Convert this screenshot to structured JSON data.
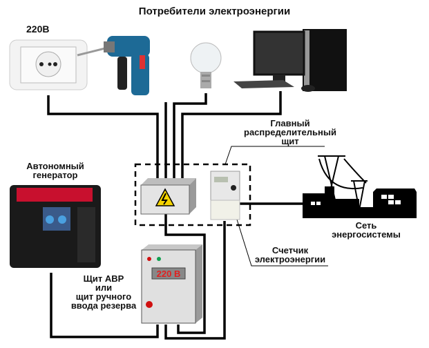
{
  "title": "Потребители электроэнергии",
  "labels": {
    "socket_voltage": "220В",
    "main_panel": [
      "Главный",
      "распределительный",
      "щит"
    ],
    "generator": [
      "Автономный",
      "генератор"
    ],
    "grid": [
      "Сеть",
      "энергосистемы"
    ],
    "meter": [
      "Счетчик",
      "электроэнергии"
    ],
    "ats_panel": [
      "Щит АВР",
      "или",
      "щит ручного",
      "ввода резерва"
    ],
    "ats_display": "220 В"
  },
  "consumers": [
    "socket",
    "drill",
    "light-bulb",
    "computer"
  ],
  "colors": {
    "wire": "#000000",
    "panel_gray": "#e4e4e4",
    "warning_yellow": "#f5d400",
    "display_red": "#e02020",
    "led_red": "#d01010",
    "led_green": "#10a050",
    "generator_red": "#c8102e",
    "drill_blue": "#1d6a96"
  }
}
